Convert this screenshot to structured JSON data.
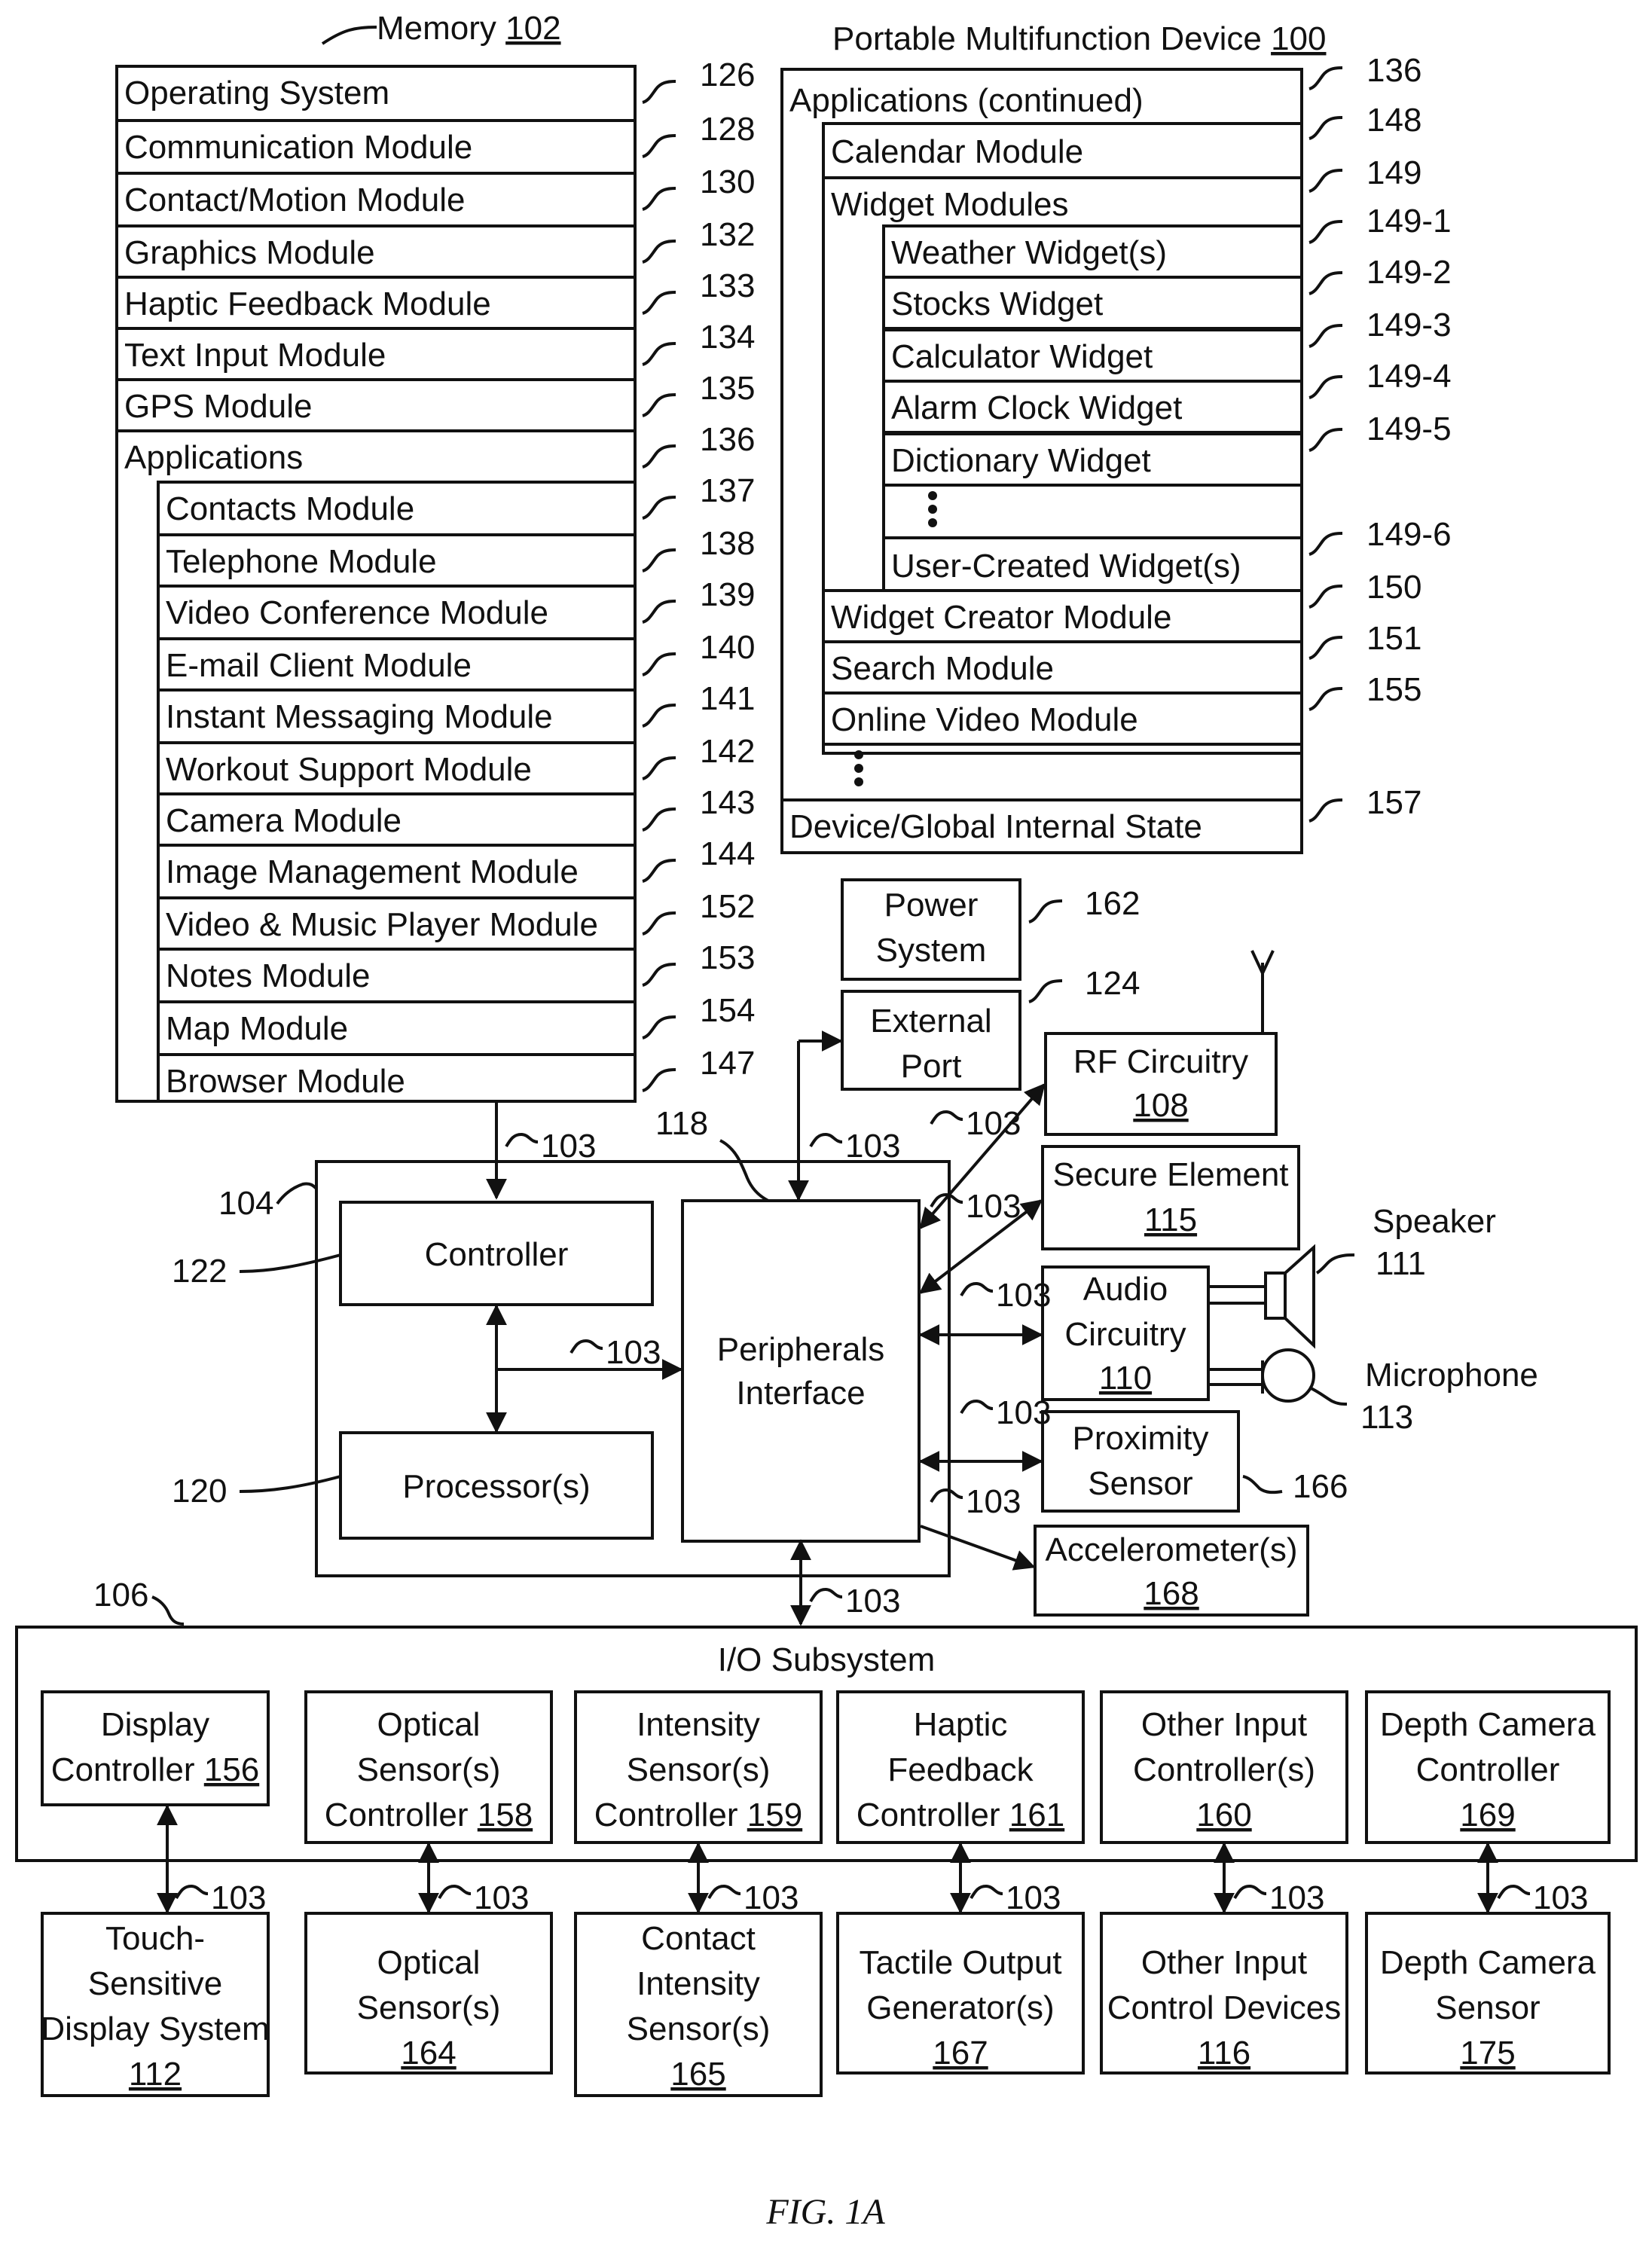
{
  "figure_caption": "FIG. 1A",
  "memory": {
    "title": "Memory 102",
    "title_text": "Memory",
    "title_ref": "102",
    "items": [
      {
        "label": "Operating System",
        "ref": "126"
      },
      {
        "label": "Communication Module",
        "ref": "128"
      },
      {
        "label": "Contact/Motion Module",
        "ref": "130"
      },
      {
        "label": "Graphics Module",
        "ref": "132"
      },
      {
        "label": "Haptic Feedback Module",
        "ref": "133"
      },
      {
        "label": "Text Input Module",
        "ref": "134"
      },
      {
        "label": "GPS Module",
        "ref": "135"
      },
      {
        "label": "Applications",
        "ref": "136"
      }
    ],
    "applications": [
      {
        "label": "Contacts Module",
        "ref": "137"
      },
      {
        "label": "Telephone Module",
        "ref": "138"
      },
      {
        "label": "Video Conference Module",
        "ref": "139"
      },
      {
        "label": "E-mail Client Module",
        "ref": "140"
      },
      {
        "label": "Instant Messaging Module",
        "ref": "141"
      },
      {
        "label": "Workout Support Module",
        "ref": "142"
      },
      {
        "label": "Camera Module",
        "ref": "143"
      },
      {
        "label": "Image Management Module",
        "ref": "144"
      },
      {
        "label": "Video & Music Player Module",
        "ref": "152"
      },
      {
        "label": "Notes Module",
        "ref": "153"
      },
      {
        "label": "Map Module",
        "ref": "154"
      },
      {
        "label": "Browser Module",
        "ref": "147"
      }
    ]
  },
  "device": {
    "title_text": "Portable Multifunction Device",
    "title_ref": "100",
    "apps_continued": {
      "label": "Applications (continued)",
      "ref": "136"
    },
    "calendar": {
      "label": "Calendar Module",
      "ref": "148"
    },
    "widget_modules": {
      "label": "Widget Modules",
      "ref": "149"
    },
    "widgets": [
      {
        "label": "Weather Widget(s)",
        "ref": "149-1"
      },
      {
        "label": "Stocks Widget",
        "ref": "149-2"
      },
      {
        "label": "Calculator Widget",
        "ref": "149-3"
      },
      {
        "label": "Alarm Clock Widget",
        "ref": "149-4"
      },
      {
        "label": "Dictionary Widget",
        "ref": "149-5"
      },
      {
        "label": "User-Created Widget(s)",
        "ref": "149-6"
      }
    ],
    "other_modules": [
      {
        "label": "Widget Creator Module",
        "ref": "150"
      },
      {
        "label": "Search Module",
        "ref": "151"
      },
      {
        "label": "Online Video Module",
        "ref": "155"
      }
    ],
    "state": {
      "label": "Device/Global Internal State",
      "ref": "157"
    }
  },
  "power_system": {
    "lines": [
      "Power",
      "System"
    ],
    "ref": "162"
  },
  "external_port": {
    "lines": [
      "External",
      "Port"
    ],
    "ref": "124"
  },
  "rf_circuitry": {
    "label": "RF Circuitry",
    "num": "108"
  },
  "secure_element": {
    "label": "Secure Element",
    "num": "115"
  },
  "audio_circuitry": {
    "lines": [
      "Audio",
      "Circuitry"
    ],
    "num": "110"
  },
  "speaker": {
    "label": "Speaker",
    "ref": "111"
  },
  "microphone": {
    "label": "Microphone",
    "ref": "113"
  },
  "proximity_sensor": {
    "lines": [
      "Proximity",
      "Sensor"
    ],
    "ref": "166"
  },
  "accelerometer": {
    "label": "Accelerometer(s)",
    "num": "168"
  },
  "core": {
    "ref": "104",
    "controller": {
      "label": "Controller",
      "ref": "122"
    },
    "processor": {
      "label": "Processor(s)",
      "ref": "120"
    },
    "peripherals": {
      "lines": [
        "Peripherals",
        "Interface"
      ],
      "ref": "118"
    }
  },
  "bus_ref": "103",
  "io": {
    "title": "I/O Subsystem",
    "ref": "106",
    "controllers": [
      {
        "lines": [
          "Display"
        ],
        "last": "Controller",
        "num": "156"
      },
      {
        "lines": [
          "Optical",
          "Sensor(s)"
        ],
        "last": "Controller",
        "num": "158"
      },
      {
        "lines": [
          "Intensity",
          "Sensor(s)"
        ],
        "last": "Controller",
        "num": "159"
      },
      {
        "lines": [
          "Haptic",
          "Feedback"
        ],
        "last": "Controller",
        "num": "161"
      },
      {
        "lines": [
          "Other Input",
          "Controller(s)"
        ],
        "last": "",
        "num": "160"
      },
      {
        "lines": [
          "Depth Camera",
          "Controller"
        ],
        "last": "",
        "num": "169"
      }
    ],
    "devices": [
      {
        "lines": [
          "Touch-",
          "Sensitive",
          "Display System"
        ],
        "num": "112"
      },
      {
        "lines": [
          "Optical",
          "Sensor(s)"
        ],
        "num": "164"
      },
      {
        "lines": [
          "Contact",
          "Intensity",
          "Sensor(s)"
        ],
        "num": "165"
      },
      {
        "lines": [
          "Tactile Output",
          "Generator(s)"
        ],
        "num": "167"
      },
      {
        "lines": [
          "Other Input",
          "Control Devices"
        ],
        "num": "116"
      },
      {
        "lines": [
          "Depth Camera",
          "Sensor"
        ],
        "num": "175"
      }
    ]
  }
}
